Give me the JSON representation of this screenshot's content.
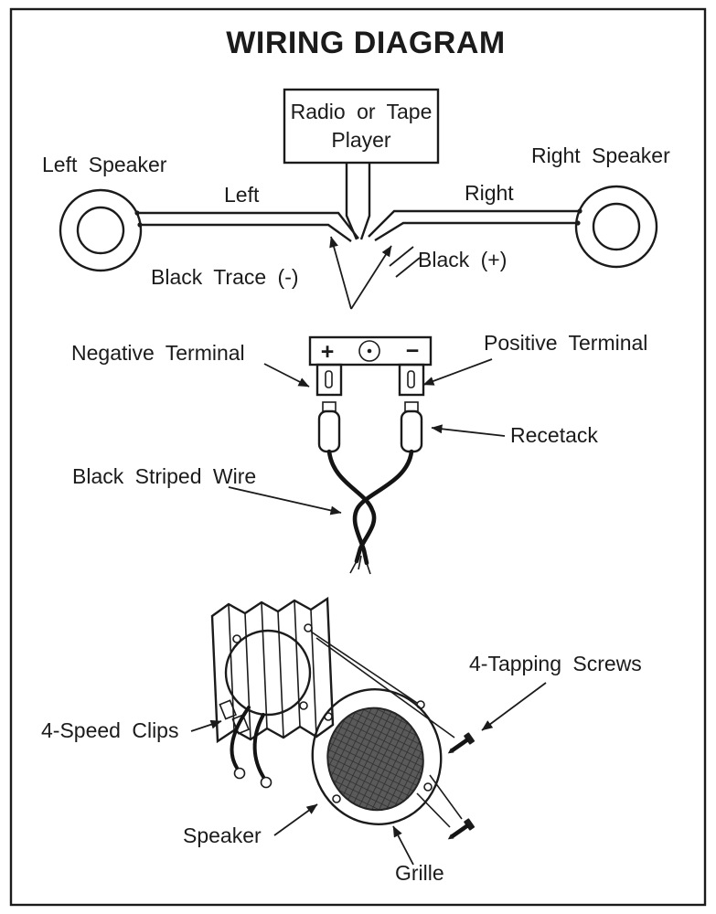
{
  "title": "WIRING DIAGRAM",
  "radio": {
    "line1": "Radio or Tape",
    "line2": "Player"
  },
  "speakers": {
    "left_label": "Left Speaker",
    "right_label": "Right Speaker",
    "left_wire_label": "Left",
    "right_wire_label": "Right",
    "black_trace_label": "Black Trace (-)",
    "black_plus_label": "Black (+)"
  },
  "terminals": {
    "negative_label": "Negative Terminal",
    "positive_label": "Positive Terminal",
    "plus_symbol": "+",
    "minus_symbol": "−",
    "receptacle_label": "Recetack",
    "striped_wire_label": "Black Striped Wire"
  },
  "mounting": {
    "tapping_screws_label": "4-Tapping Screws",
    "speed_clips_label": "4-Speed Clips",
    "speaker_label": "Speaker",
    "grille_label": "Grille"
  },
  "colors": {
    "ink": "#1b1b1b",
    "background": "#ffffff",
    "grille_mesh": "#5a5a5a"
  }
}
